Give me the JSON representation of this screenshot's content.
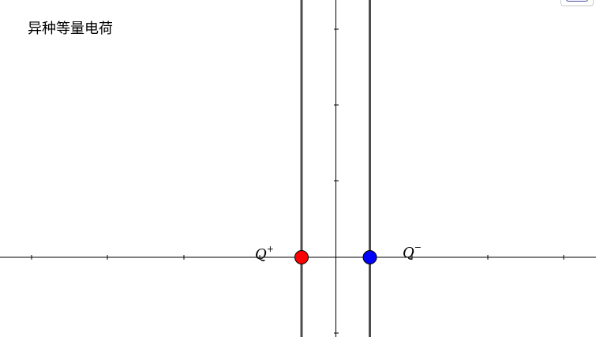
{
  "app": {
    "title": "异种等量电荷"
  },
  "charges": [
    {
      "name": "Q",
      "sign": "+",
      "color": "#ff0000"
    },
    {
      "name": "Q",
      "sign": "−",
      "color": "#0000ff"
    }
  ],
  "colors": {
    "axis": "#000000",
    "field_line": "#4d4d4d",
    "background": "#ffffff"
  },
  "toolbar": {
    "corner_icon": "style-bar-toggle-icon"
  }
}
